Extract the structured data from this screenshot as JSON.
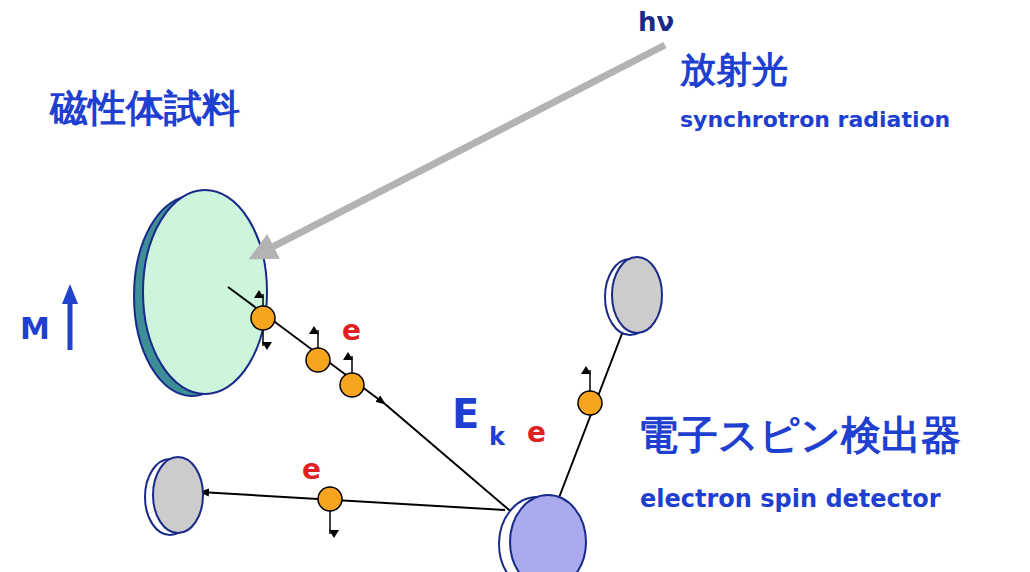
{
  "diagram": {
    "labels": [
      "hν",
      "放射光",
      "synchrotron radiation",
      "磁性体試料",
      "M",
      "e",
      "E",
      "k",
      "e",
      "e",
      "電子スピン検出器",
      "electron spin detector"
    ]
  }
}
